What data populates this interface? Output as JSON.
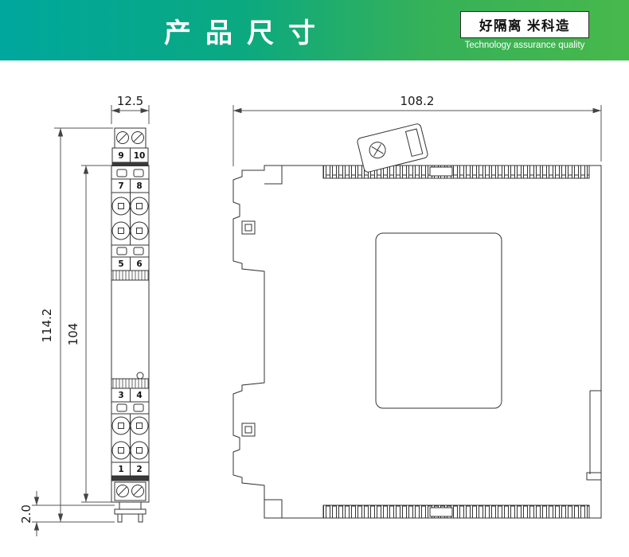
{
  "header": {
    "title": "产品尺寸",
    "badge_line1": "好隔离 米科造",
    "badge_line2": "Technology assurance quality"
  },
  "front_view": {
    "dim_top_width": "12.5",
    "dim_total_height": "114.2",
    "dim_body_height": "104",
    "dim_foot": "2.0",
    "terminals": [
      "9",
      "10",
      "7",
      "8",
      "5",
      "6",
      "3",
      "4",
      "1",
      "2"
    ]
  },
  "side_view": {
    "dim_width": "108.2"
  }
}
